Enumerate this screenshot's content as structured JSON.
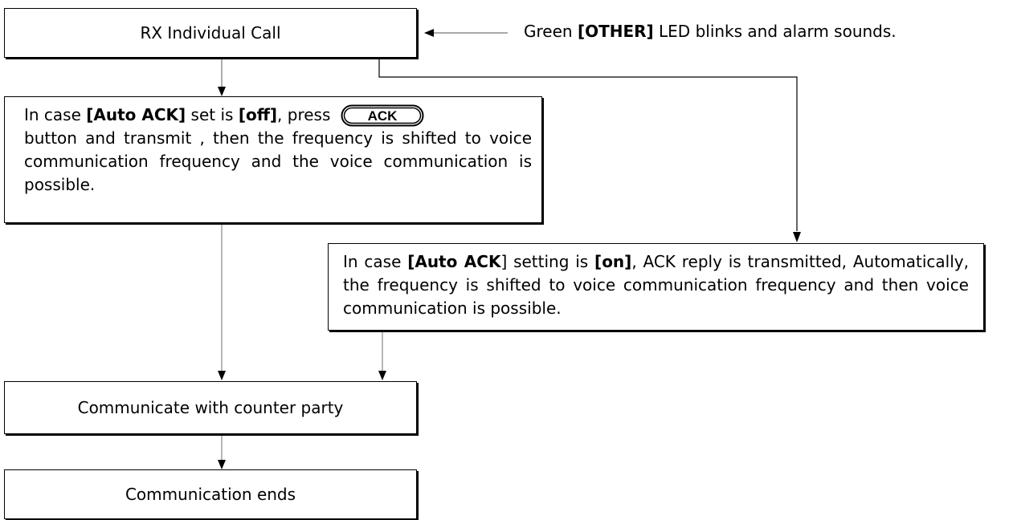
{
  "boxes": {
    "rx_call": "RX Individual Call",
    "communicate": "Communicate with counter party",
    "ends": "Communication ends"
  },
  "note": {
    "prefix": "Green ",
    "key": "[OTHER]",
    "suffix": " LED blinks and alarm sounds."
  },
  "left_case": {
    "t1": "In case ",
    "t2": "[Auto ACK]",
    "t3": " set is ",
    "t4": "[off]",
    "t5": ", press",
    "t6": "button and transmit , then the frequency is shifted to voice communication frequency and the voice communication is possible."
  },
  "right_case": {
    "t1": "In case ",
    "t2": "[Auto ACK",
    "t3": "] setting is ",
    "t4": "[on]",
    "t5": ", ACK reply is transmitted, Automatically, the frequency is shifted to voice communication frequency and then voice communication is possible."
  },
  "ack_button_label": "ACK"
}
